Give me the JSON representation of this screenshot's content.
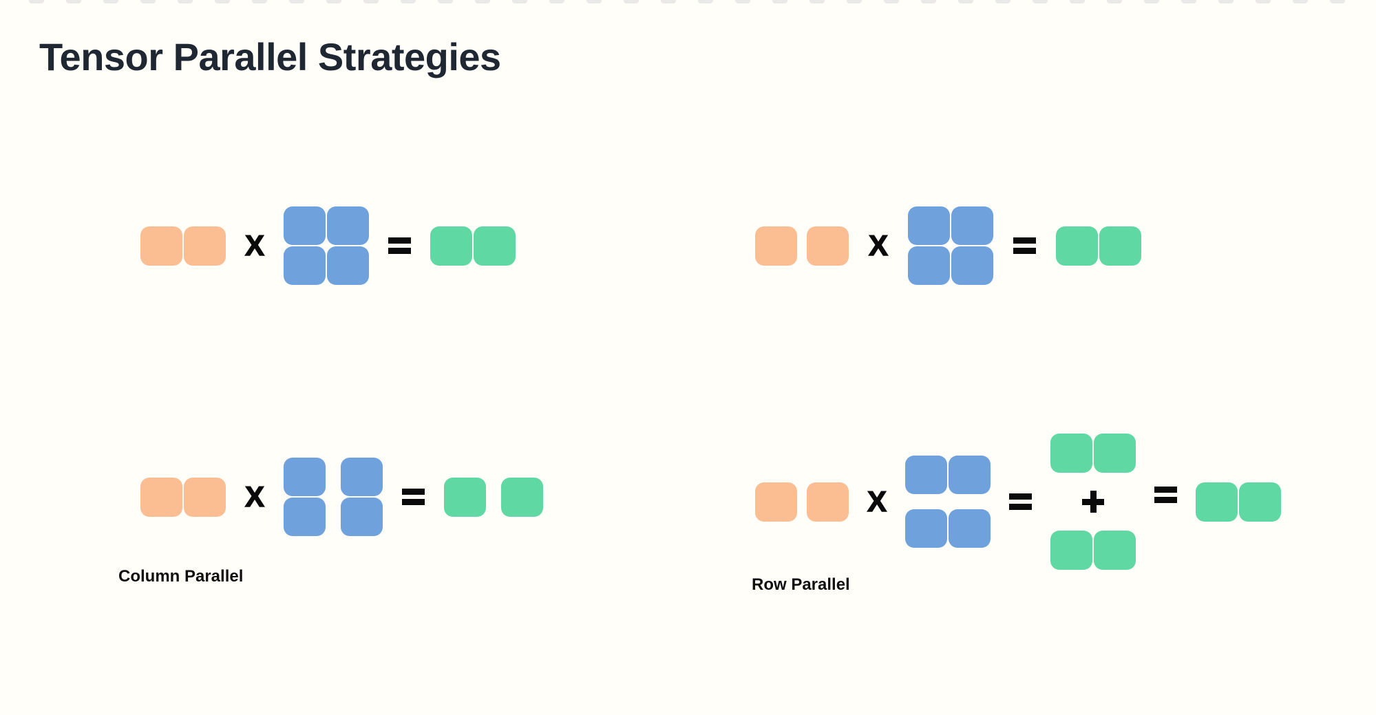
{
  "title": "Tensor Parallel Strategies",
  "colors": {
    "background": "#FFFEF8",
    "activation": "#FBBE93",
    "weight": "#6FA1DD",
    "output": "#5FD8A3",
    "title_text": "#1F2733",
    "caption_text": "#0F0F0F",
    "operator": "#0A0A0A",
    "strip_square": "#E9E9E7"
  },
  "top_strip": {
    "square_count": 36
  },
  "operators": {
    "multiply": "X",
    "equals": "=",
    "plus": "+"
  },
  "diagrams": {
    "top_left": {
      "description": "replicated matmul: input times full weight equals output",
      "input": {
        "rows": 1,
        "cols": 2,
        "color": "activation",
        "col_gap": 2,
        "row_gap": 2
      },
      "weight": {
        "rows": 2,
        "cols": 2,
        "color": "weight",
        "col_gap": 2,
        "row_gap": 2
      },
      "output": {
        "rows": 1,
        "cols": 2,
        "color": "output",
        "col_gap": 2,
        "row_gap": 2
      }
    },
    "top_right": {
      "description": "replicated matmul: input times full weight equals output",
      "input": {
        "rows": 1,
        "cols": 2,
        "color": "activation",
        "col_gap": 14,
        "row_gap": 2
      },
      "weight": {
        "rows": 2,
        "cols": 2,
        "color": "weight",
        "col_gap": 2,
        "row_gap": 2
      },
      "output": {
        "rows": 1,
        "cols": 2,
        "color": "output",
        "col_gap": 2,
        "row_gap": 2
      }
    },
    "bottom_left": {
      "label": "Column Parallel",
      "description": "weight split by columns produces split outputs",
      "input": {
        "rows": 1,
        "cols": 2,
        "color": "activation",
        "col_gap": 2,
        "row_gap": 2
      },
      "weight": {
        "rows": 2,
        "cols": 2,
        "color": "weight",
        "col_gap": 22,
        "row_gap": 2
      },
      "output": {
        "rows": 1,
        "cols": 2,
        "color": "output",
        "col_gap": 22,
        "row_gap": 2
      }
    },
    "bottom_right": {
      "label": "Row Parallel",
      "description": "weight split by rows produces partial sums that are added",
      "input": {
        "rows": 1,
        "cols": 2,
        "color": "activation",
        "col_gap": 14,
        "row_gap": 2
      },
      "weight": {
        "rows": 2,
        "cols": 2,
        "color": "weight",
        "col_gap": 2,
        "row_gap": 22
      },
      "partial_top": {
        "rows": 1,
        "cols": 2,
        "color": "output",
        "col_gap": 2,
        "row_gap": 2
      },
      "partial_bottom": {
        "rows": 1,
        "cols": 2,
        "color": "output",
        "col_gap": 2,
        "row_gap": 2
      },
      "output": {
        "rows": 1,
        "cols": 2,
        "color": "output",
        "col_gap": 2,
        "row_gap": 2
      }
    }
  },
  "captions": {
    "bottom_left": "Column Parallel",
    "bottom_right": "Row Parallel"
  }
}
